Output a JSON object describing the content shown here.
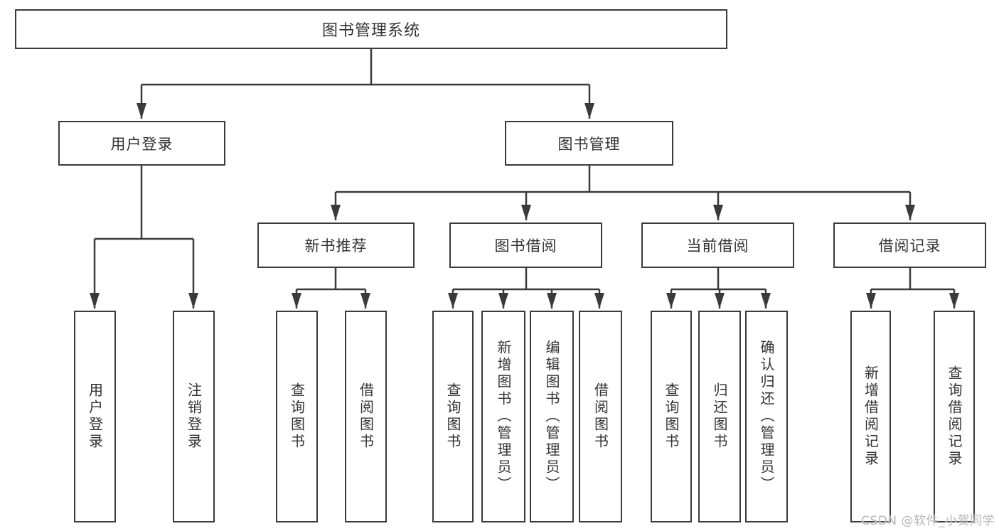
{
  "colors": {
    "line": "#3a3a3a",
    "box_border": "#3a3a3a",
    "text": "#333333",
    "watermark": "#b5b5b5",
    "background": "#ffffff"
  },
  "watermark": {
    "text": "CSDN @软件_小贺同学"
  },
  "tree": {
    "root": {
      "label": "图书管理系统",
      "children": [
        {
          "label": "用户登录",
          "children": [
            {
              "label": "用户登录"
            },
            {
              "label": "注销登录"
            }
          ]
        },
        {
          "label": "图书管理",
          "children": [
            {
              "label": "新书推荐",
              "children": [
                {
                  "label": "查询图书"
                },
                {
                  "label": "借阅图书"
                }
              ]
            },
            {
              "label": "图书借阅",
              "children": [
                {
                  "label": "查询图书"
                },
                {
                  "label": "新增图书（管理员）"
                },
                {
                  "label": "编辑图书（管理员）"
                },
                {
                  "label": "借阅图书"
                }
              ]
            },
            {
              "label": "当前借阅",
              "children": [
                {
                  "label": "查询图书"
                },
                {
                  "label": "归还图书"
                },
                {
                  "label": "确认归还（管理员）"
                }
              ]
            },
            {
              "label": "借阅记录",
              "children": [
                {
                  "label": "新增借阅记录"
                },
                {
                  "label": "查询借阅记录"
                }
              ]
            }
          ]
        }
      ]
    }
  }
}
